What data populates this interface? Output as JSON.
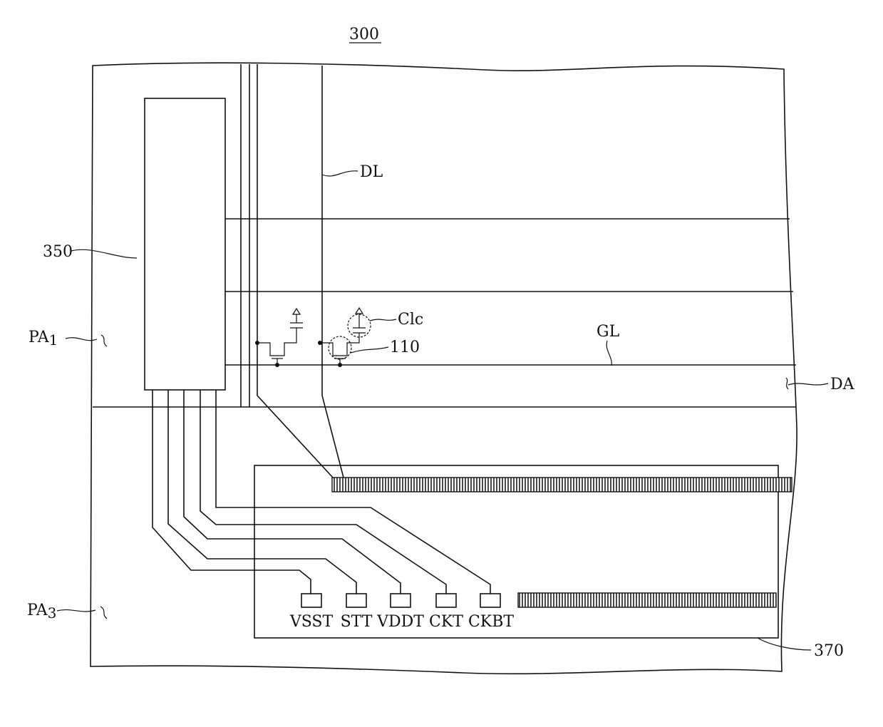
{
  "figure": {
    "number": "300"
  },
  "labels": {
    "data_line": "DL",
    "gate_driver": "350",
    "peripheral_area_1_main": "PA",
    "peripheral_area_1_sub": "1",
    "capacitor": "Clc",
    "transistor": "110",
    "gate_line": "GL",
    "display_area": "DA",
    "peripheral_area_3_main": "PA",
    "peripheral_area_3_sub": "3",
    "pad_region": "370"
  },
  "pads": [
    {
      "name": "VSST"
    },
    {
      "name": "STT"
    },
    {
      "name": "VDDT"
    },
    {
      "name": "CKT"
    },
    {
      "name": "CKBT"
    }
  ],
  "colors": {
    "ink": "#111111",
    "background": "#ffffff"
  }
}
